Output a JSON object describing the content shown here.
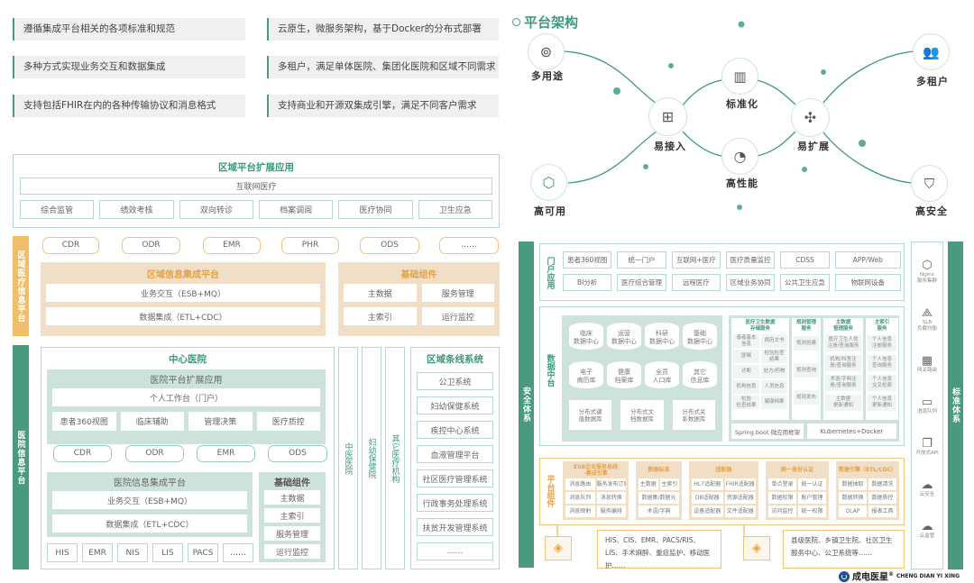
{
  "features": {
    "left": [
      "遵循集成平台相关的各项标准和规范",
      "多种方式实现业务交互和数据集成",
      "支持包括FHIR在内的各种传输协议和消息格式"
    ],
    "right": [
      "云原生，微服务架构，基于Docker的分布式部署",
      "多租户，满足单体医院、集团化医院和区域不同需求",
      "支持商业和开源双集成引擎，满足不同客户需求"
    ]
  },
  "architecture": {
    "title": "平台架构",
    "nodes": {
      "multi_use": "多用途",
      "high_availability": "高可用",
      "easy_access": "易接入",
      "standardization": "标准化",
      "high_performance": "高性能",
      "easy_extension": "易扩展",
      "multi_tenant": "多租户",
      "high_security": "高安全"
    }
  },
  "regional": {
    "ext_title": "区域平台扩展应用",
    "internet": "互联网医疗",
    "apps": [
      "综合监管",
      "绩效考核",
      "双向转诊",
      "档案调阅",
      "医疗协同",
      "卫生应急"
    ],
    "side_label": "区域医疗信息平台",
    "stores": [
      "CDR",
      "ODR",
      "EMR",
      "PHR",
      "ODS",
      "……"
    ],
    "integration": {
      "title": "区域信息集成平台",
      "bars": [
        "业务交互（ESB+MQ）",
        "数据集成（ETL+CDC）"
      ]
    },
    "base": {
      "title": "基础组件",
      "items": [
        "主数据",
        "服务管理",
        "主索引",
        "运行监控"
      ]
    }
  },
  "hospital": {
    "side_label": "医院信息平台",
    "center_title": "中心医院",
    "ext": {
      "title": "医院平台扩展应用",
      "portal": "个人工作台（门户）",
      "apps": [
        "患者360视图",
        "临床辅助",
        "管理决策",
        "医疗质控"
      ]
    },
    "stores": [
      "CDR",
      "ODR",
      "EMR",
      "ODS"
    ],
    "integration": {
      "title": "医院信息集成平台",
      "bars": [
        "业务交互（ESB+MQ）",
        "数据集成（ETL+CDC）"
      ]
    },
    "base": {
      "title": "基础组件",
      "items": [
        "主数据",
        "主索引",
        "服务管理",
        "运行监控"
      ]
    },
    "systems": [
      "HIS",
      "EMR",
      "NIS",
      "LIS",
      "PACS",
      "……"
    ]
  },
  "institutions": [
    "中医医院",
    "妇幼保健院",
    "其它医疗机构"
  ],
  "line_systems": {
    "title": "区域条线系统",
    "items": [
      "公卫系统",
      "妇幼保健系统",
      "疾控中心系统",
      "血液管理平台",
      "社区医疗管理系统",
      "行政事务处理系统",
      "扶贫开发管理系统",
      "……"
    ]
  },
  "tech": {
    "security_label": "安全体系",
    "portal": {
      "label": "门户应用",
      "items": [
        "患者360视图",
        "统一门户",
        "互联网+医疗",
        "医疗质量监控",
        "CDSS",
        "APP/Web",
        "BI分析",
        "医疗综合管理",
        "远程医疗",
        "区域业务协同",
        "公共卫生应急",
        "物联网设备"
      ]
    },
    "data_center": {
      "label": "数据中台",
      "dbs": [
        "临床\n数据中心",
        "运营\n数据中心",
        "科研\n数据中心",
        "基础\n数据中心",
        "电子\n病历库",
        "健康\n档案库",
        "全员\n人口库",
        "其它\n信息库"
      ],
      "distributed": [
        "分布式键\n值数据库",
        "分布式文\n档数据库",
        "分布式关\n系数据库"
      ],
      "services": [
        {
          "title": "医疗卫生数据\n存储服务",
          "items": [
            "患者基本\n信息",
            "病历文书",
            "医嘱",
            "检验检查\n结果",
            "诊断",
            "处方/药物",
            "机构信息",
            "人员信息",
            "检验\n检查结果",
            "健康档案"
          ]
        },
        {
          "title": "规则管理\n服务",
          "items": [
            "规则创建",
            "规则查询",
            "规则发布"
          ]
        },
        {
          "title": "主数据\n管理服务",
          "items": [
            "医疗卫生人员\n注册/查询服务",
            "机构/科室注\n册/查询服务",
            "术语/字典注\n册/查询服务",
            "主数据\n更新通知"
          ]
        },
        {
          "title": "主索引\n服务",
          "items": [
            "个人信息\n注册服务",
            "个人信息\n查询服务",
            "个人信息\n交叉检索",
            "个人信息\n更新通知"
          ]
        }
      ],
      "frameworks": [
        "Spring boot 微应用框架",
        "Kubernetes+Docker"
      ]
    },
    "components": {
      "label": "平台组件",
      "groups": [
        {
          "title": "ESB企业服务总线\n-集成引擎",
          "items": [
            "消息路由",
            "服务发布订阅",
            "消息队列",
            "消息转换",
            "消息映射",
            "服务编排"
          ]
        },
        {
          "title": "数据标准",
          "items": [
            "主数据",
            "主索引",
            "数据集/数据元",
            "术语/字典"
          ]
        },
        {
          "title": "适配器",
          "items": [
            "HL7适配器",
            "FHIR适配器",
            "DB适配器",
            "资源适配器",
            "设备适配器",
            "文件适配器"
          ]
        },
        {
          "title": "统一身份认证",
          "items": [
            "单点登录",
            "统一认证",
            "数据权限",
            "账户管理",
            "访问监控",
            "统一权限"
          ]
        },
        {
          "title": "数据引擎（ETL/CDC）",
          "items": [
            "数据抽取",
            "数据清洗",
            "数据转换",
            "数据质控",
            "OLAP",
            "报表工具"
          ]
        }
      ]
    },
    "sources": [
      "HIS、CIS、EMR、PACS/RIS、LIS、手术麻醉、重症监护、移动医护……",
      "县级医院、乡镇卫生院、社区卫生服务中心、公卫系统等……"
    ]
  },
  "standards": {
    "label": "标准体系",
    "icons": [
      {
        "icon": "⬡",
        "label": "Nginx\n服务集群"
      },
      {
        "icon": "⟁",
        "label": "SLB\n负载均衡"
      },
      {
        "icon": "▦",
        "label": "网关路由"
      },
      {
        "icon": "▭",
        "label": "消息队列"
      },
      {
        "icon": "❐",
        "label": "开放式API"
      },
      {
        "icon": "☁",
        "label": "云安全"
      },
      {
        "icon": "☁",
        "label": "云监管"
      }
    ]
  },
  "logo": {
    "cn": "成电医星",
    "en": "CHENG DIAN YI XING",
    "mark": "®"
  },
  "colors": {
    "green": "#4a9a80",
    "orange": "#f0bd68",
    "beige": "#f0dfc6",
    "light_green": "#cde2da"
  }
}
